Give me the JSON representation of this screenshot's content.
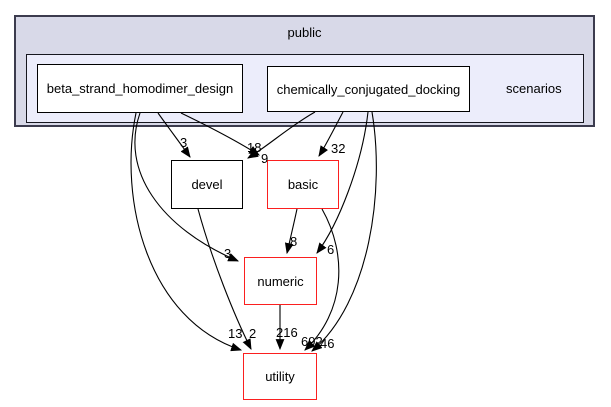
{
  "diagram": {
    "outer_cluster": {
      "label": "public"
    },
    "inner_cluster": {
      "label": "scenarios"
    },
    "nodes": [
      {
        "id": "beta_strand_homodimer_design",
        "label": "beta_strand_homodimer_design",
        "border": "black"
      },
      {
        "id": "chemically_conjugated_docking",
        "label": "chemically_conjugated_docking",
        "border": "black"
      },
      {
        "id": "devel",
        "label": "devel",
        "border": "black"
      },
      {
        "id": "basic",
        "label": "basic",
        "border": "red"
      },
      {
        "id": "numeric",
        "label": "numeric",
        "border": "red"
      },
      {
        "id": "utility",
        "label": "utility",
        "border": "red"
      }
    ],
    "edges": [
      {
        "from": "beta_strand_homodimer_design",
        "to": "devel",
        "label": "3"
      },
      {
        "from": "beta_strand_homodimer_design",
        "to": "basic",
        "label": "18"
      },
      {
        "from": "chemically_conjugated_docking",
        "to": "devel",
        "label": "9"
      },
      {
        "from": "chemically_conjugated_docking",
        "to": "basic",
        "label": "32"
      },
      {
        "from": "beta_strand_homodimer_design",
        "to": "numeric",
        "label": "3"
      },
      {
        "from": "basic",
        "to": "numeric",
        "label": "8"
      },
      {
        "from": "chemically_conjugated_docking",
        "to": "numeric",
        "label": "6"
      },
      {
        "from": "beta_strand_homodimer_design",
        "to": "utility",
        "label": "13"
      },
      {
        "from": "devel",
        "to": "utility",
        "label": "2"
      },
      {
        "from": "numeric",
        "to": "utility",
        "label": "216"
      },
      {
        "from": "basic",
        "to": "utility",
        "label": "692"
      },
      {
        "from": "chemically_conjugated_docking",
        "to": "utility",
        "label": "46"
      }
    ],
    "colors": {
      "outer_fill": "#d8d9e8",
      "inner_fill": "#ecedfb",
      "node_fill": "#ffffff",
      "default_border": "#000000",
      "highlight_border": "#fb1f1f",
      "edge": "#000000"
    }
  }
}
